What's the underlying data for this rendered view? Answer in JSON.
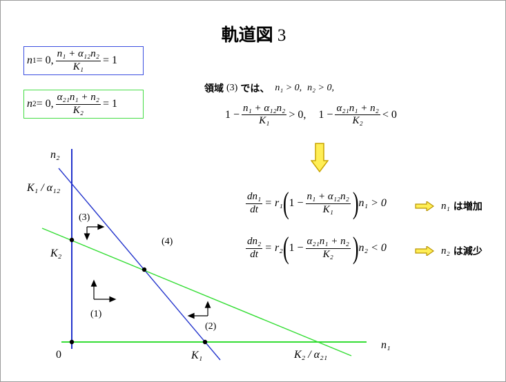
{
  "title": {
    "jp": "軌道図",
    "num": "3"
  },
  "isoclines": {
    "blue": {
      "prefix": "n",
      "prefix_sub": "1",
      "eq0": " = 0,",
      "num": "n₁ + α₁₂n₂",
      "den": "K₁",
      "rhs": "= 1",
      "color": "#3a4ee0"
    },
    "green": {
      "prefix": "n",
      "prefix_sub": "2",
      "eq0": " = 0,",
      "num": "α₂₁n₁ + n₂",
      "den": "K₂",
      "rhs": "= 1",
      "color": "#44dd44"
    }
  },
  "region": {
    "label_jp_a": "領域",
    "label_num": "(3)",
    "label_jp_b": "では、",
    "cond1": "n₁ > 0,",
    "cond2": "n₂ > 0,",
    "ineq1_pre": "1 −",
    "ineq1_num": "n₁ + α₁₂n₂",
    "ineq1_den": "K₁",
    "ineq1_post": "> 0,",
    "ineq2_pre": "1 −",
    "ineq2_num": "α₂₁n₁ + n₂",
    "ineq2_den": "K₂",
    "ineq2_post": "< 0"
  },
  "equations": {
    "eq1": {
      "lhs_num": "dn₁",
      "lhs_den": "dt",
      "coef": "= r₁",
      "inner_pre": "1 −",
      "inner_num": "n₁ + α₁₂n₂",
      "inner_den": "K₁",
      "tail": "n₁ > 0",
      "result_var": "n₁",
      "result_jp": "は増加"
    },
    "eq2": {
      "lhs_num": "dn₂",
      "lhs_den": "dt",
      "coef": "= r₂",
      "inner_pre": "1 −",
      "inner_num": "α₂₁n₁ + n₂",
      "inner_den": "K₂",
      "tail": "n₂ < 0",
      "result_var": "n₂",
      "result_jp": "は減少"
    }
  },
  "plot_labels": {
    "y_axis": "n₂",
    "x_axis": "n₁",
    "origin": "0",
    "k1_over_a12": "K₁ / α₁₂",
    "k2": "K₂",
    "k1": "K₁",
    "k2_over_a21": "K₂ / α₂₁",
    "r1": "(1)",
    "r2": "(2)",
    "r3": "(3)",
    "r4": "(4)"
  },
  "colors": {
    "blue_line": "#2233cc",
    "green_line": "#33dd33",
    "arrow_fill": "#ffee55",
    "arrow_stroke": "#c9a400",
    "small_arrow_fill": "#ffee55",
    "small_arrow_stroke": "#b89300"
  }
}
